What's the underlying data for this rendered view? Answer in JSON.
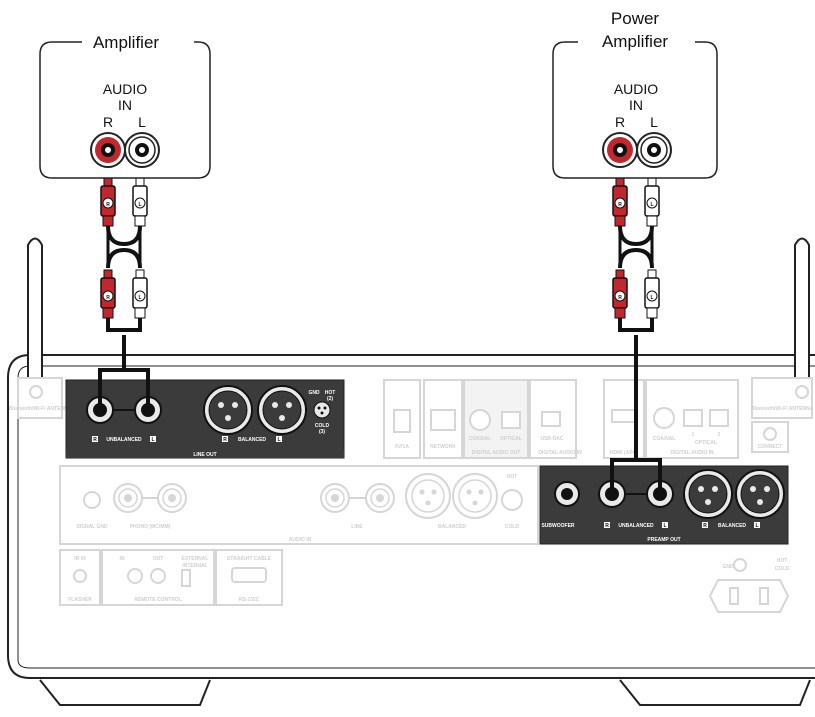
{
  "amplifier": {
    "title": "Amplifier",
    "audio_in_line1": "AUDIO",
    "audio_in_line2": "IN",
    "r": "R",
    "l": "L"
  },
  "power_amplifier": {
    "title_line1": "Power",
    "title_line2": "Amplifier",
    "audio_in_line1": "AUDIO",
    "audio_in_line2": "IN",
    "r": "R",
    "l": "L"
  },
  "cable_plugs": {
    "r": "R",
    "l": "L"
  },
  "line_out_panel": {
    "unbalanced": "UNBALANCED",
    "balanced": "BALANCED",
    "title": "LINE OUT",
    "r": "R",
    "l": "L",
    "gnd": "GND",
    "hot": "HOT",
    "cold": "COLD",
    "pin2": "(2)",
    "pin3": "(3)"
  },
  "preamp_out_panel": {
    "subwoofer": "SUBWOOFER",
    "unbalanced": "UNBALANCED",
    "balanced": "BALANCED",
    "title": "PREAMP OUT",
    "r": "R",
    "l": "L"
  },
  "rear_faded_labels": {
    "bt_antenna": "Bluetooth/Wi-Fi ANTENNA",
    "five_v": "5V/1A",
    "network": "NETWORK",
    "coaxial": "COAXIAL",
    "optical": "OPTICAL",
    "digital_audio_out": "DIGITAL AUDIO OUT",
    "usb_dac": "USB-DAC",
    "digital_audio_in": "DIGITAL AUDIO IN",
    "hdmi_arc": "HDMI (ARC)",
    "coaxial_in": "COAXIAL",
    "optical_in": "OPTICAL",
    "opt_1": "1",
    "opt_2": "2",
    "connect": "CONNECT",
    "signal_gnd": "SIGNAL GND",
    "phono": "PHONO (MC/MM)",
    "line": "LINE",
    "balanced": "BALANCED",
    "audio_in": "AUDIO IN",
    "ir_in": "IR IN",
    "flasher": "FLASHER",
    "in": "IN",
    "out": "OUT",
    "external": "EXTERNAL",
    "internal": "INTERNAL",
    "remote_control": "REMOTE CONTROL",
    "straight_cable": "STRAIGHT CABLE",
    "rs232c": "RS-232C",
    "gnd": "GND",
    "hot": "HOT",
    "cold": "COLD"
  },
  "colors": {
    "red": "#c1272d",
    "dark_panel": "#3b3b3b",
    "ghost": "#d6d6d6",
    "outline": "#222222"
  }
}
